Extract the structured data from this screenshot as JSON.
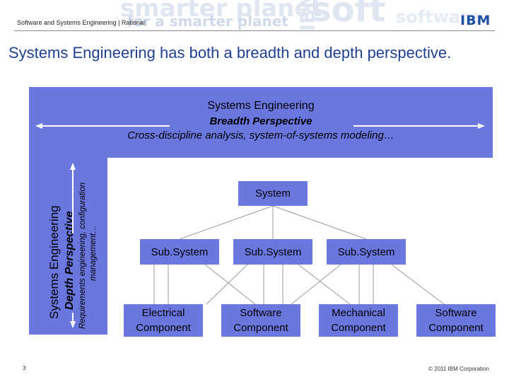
{
  "header": {
    "breadcrumb": "Software and Systems Engineering | Rational",
    "logo": "IBM",
    "watermark_words": [
      "smarter planet",
      "for a smarter planet",
      "IBM",
      "soft",
      "software"
    ]
  },
  "slide": {
    "title": "Systems Engineering has both a breadth and depth perspective."
  },
  "breadth": {
    "line1": "Systems Engineering",
    "line2": "Breadth Perspective",
    "line3": "Cross-discipline analysis, system-of-systems modeling…"
  },
  "depth": {
    "line1": "Systems Engineering",
    "line2": "Depth Perspective",
    "line3": "Requirements engineering, configuration",
    "line4": "management…"
  },
  "hierarchy": {
    "system": "System",
    "subsystems": [
      "Sub.System",
      "Sub.System",
      "Sub.System"
    ],
    "components": [
      {
        "line1": "Electrical",
        "line2": "Component"
      },
      {
        "line1": "Software",
        "line2": "Component"
      },
      {
        "line1": "Mechanical",
        "line2": "Component"
      },
      {
        "line1": "Software",
        "line2": "Component"
      }
    ]
  },
  "footer": {
    "page_number": "3",
    "copyright": "© 2011 IBM Corporation"
  },
  "colors": {
    "box_fill": "#6a77df",
    "title_blue": "#1f3f8f",
    "line_gray": "#9a9a9a"
  }
}
